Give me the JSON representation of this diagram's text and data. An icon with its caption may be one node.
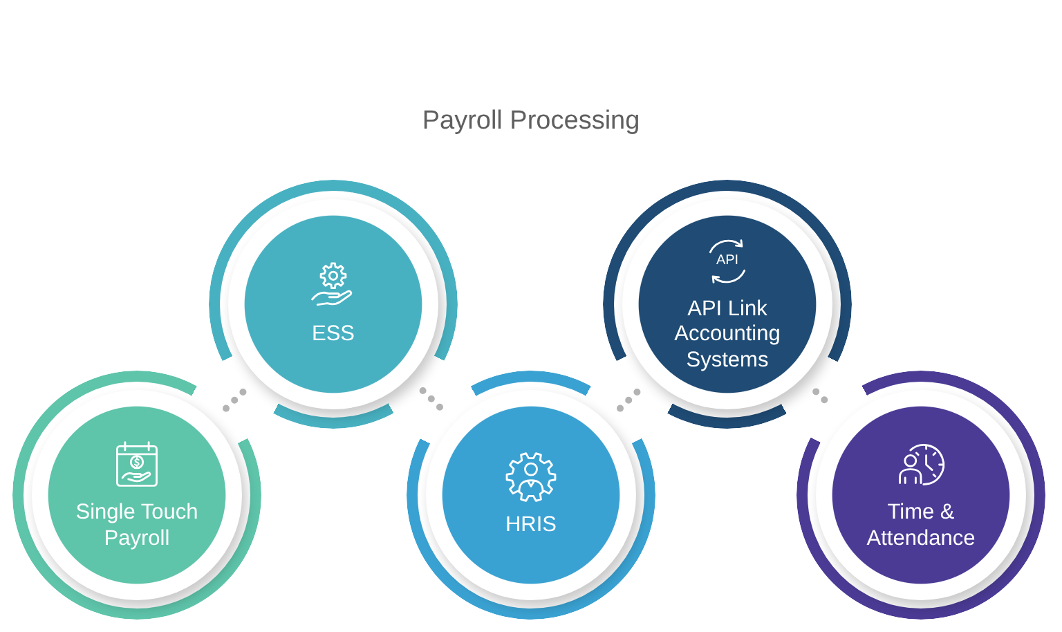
{
  "diagram": {
    "title": "Payroll Processing",
    "nodes": [
      {
        "text": [
          "Single Touch Payroll"
        ]
      },
      {
        "text": [
          "ESS"
        ]
      },
      {
        "text": [
          "HRIS"
        ]
      },
      {
        "text": [
          "API",
          "API Link Accounting Systems"
        ]
      },
      {
        "text": [
          "Time & Attendance"
        ]
      }
    ],
    "edges": [
      {
        "from": 0,
        "to": 1,
        "arrow": "none",
        "style": "dashed"
      },
      {
        "from": 1,
        "to": 2,
        "arrow": "none",
        "style": "dashed"
      },
      {
        "from": 2,
        "to": 3,
        "arrow": "none",
        "style": "dashed"
      },
      {
        "from": 3,
        "to": 4,
        "arrow": "none",
        "style": "dashed"
      }
    ]
  }
}
